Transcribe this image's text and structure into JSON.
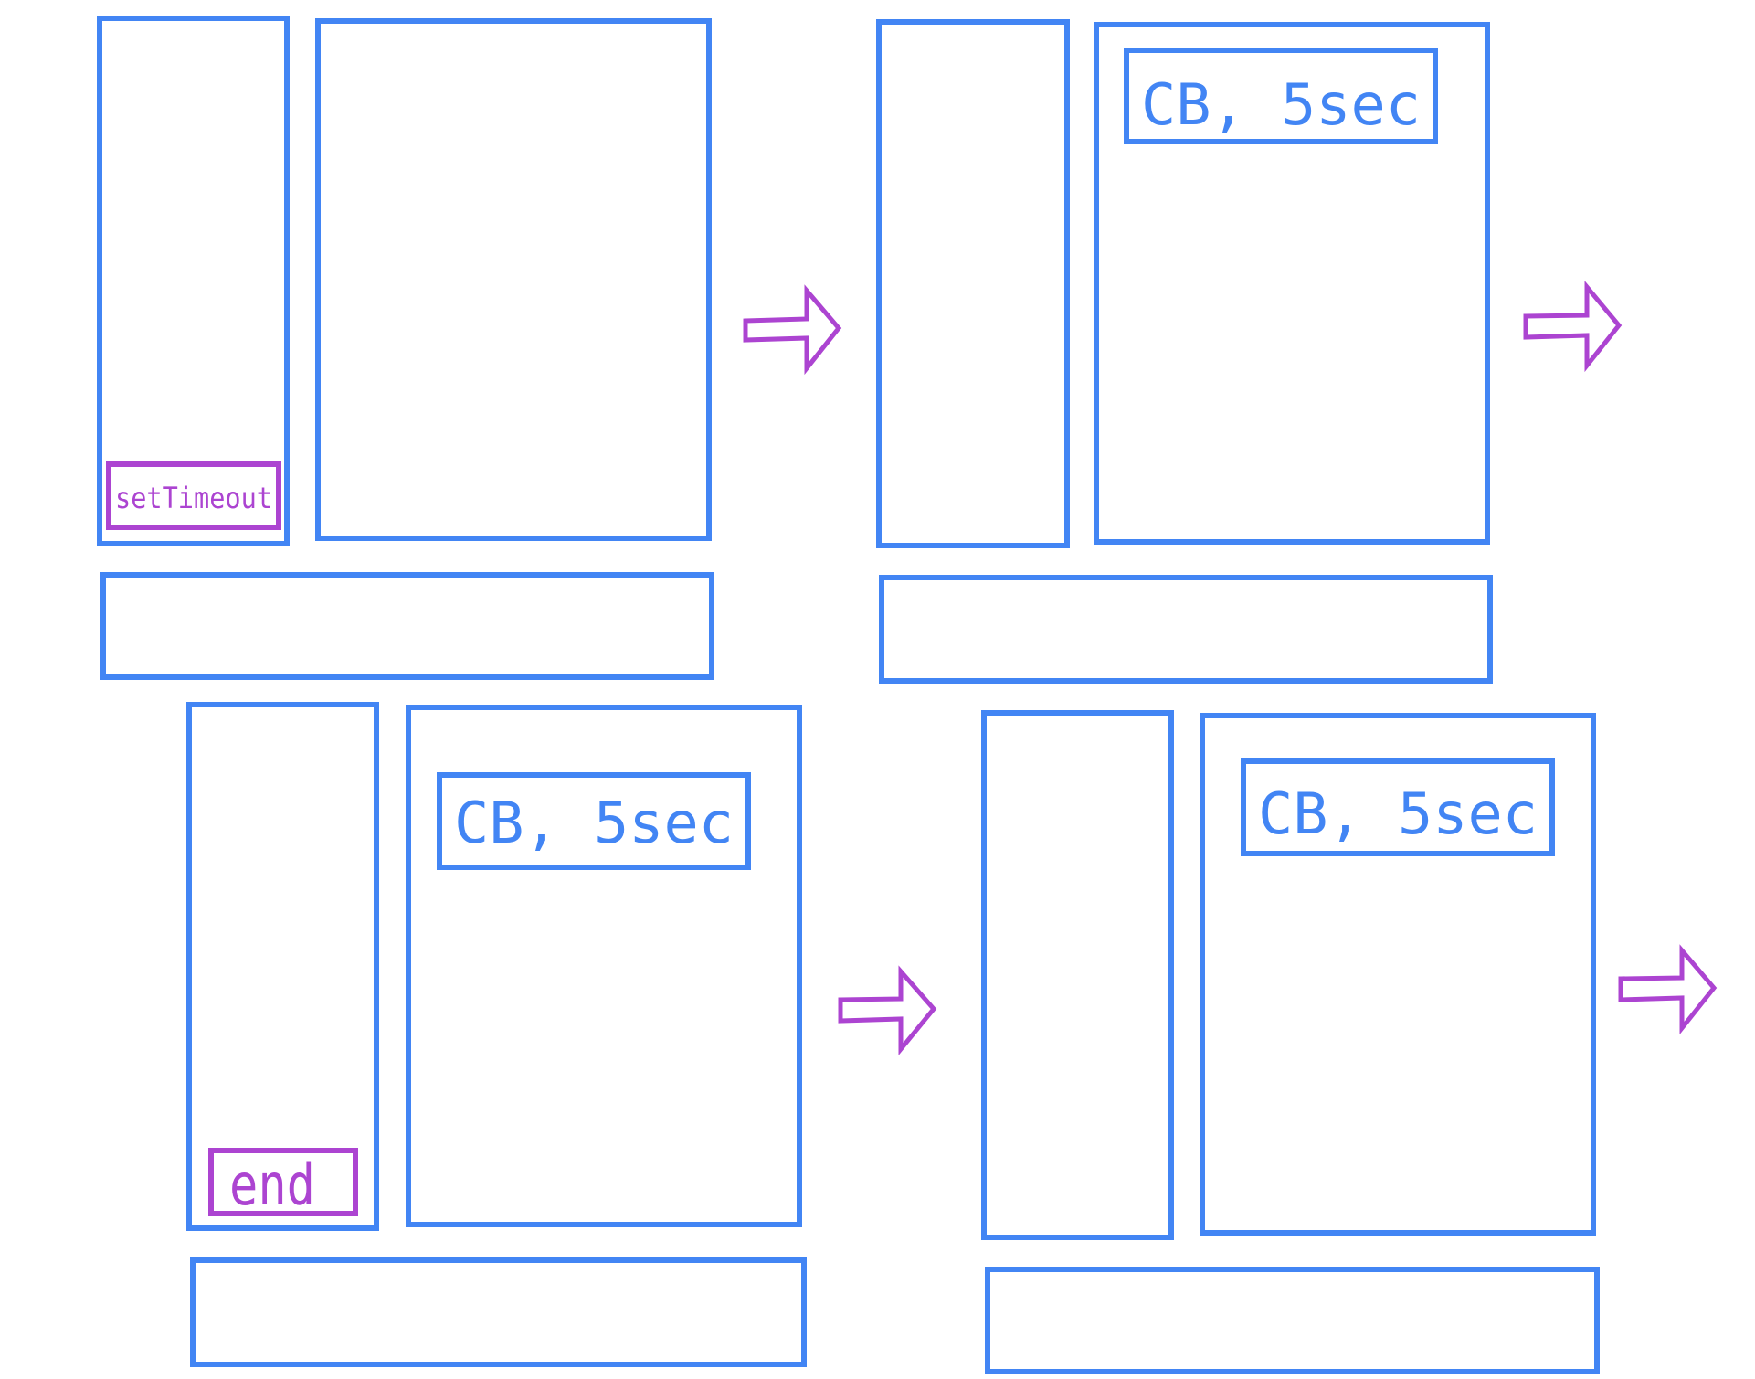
{
  "colors": {
    "box_stroke": "#4285F4",
    "stack_item": "#AC44D1",
    "arrow": "#AC44D1"
  },
  "panels": [
    {
      "call_stack": {
        "item": "setTimeout"
      },
      "web_api": {
        "item": ""
      },
      "queue": {
        "item": ""
      }
    },
    {
      "call_stack": {
        "item": ""
      },
      "web_api": {
        "item": "CB, 5sec"
      },
      "queue": {
        "item": ""
      }
    },
    {
      "call_stack": {
        "item": "end"
      },
      "web_api": {
        "item": "CB, 5sec"
      },
      "queue": {
        "item": ""
      }
    },
    {
      "call_stack": {
        "item": ""
      },
      "web_api": {
        "item": "CB, 5sec"
      },
      "queue": {
        "item": ""
      }
    }
  ],
  "arrows": [
    {
      "icon": "right-arrow-icon"
    },
    {
      "icon": "right-arrow-icon"
    },
    {
      "icon": "right-arrow-icon"
    },
    {
      "icon": "right-arrow-icon"
    }
  ]
}
